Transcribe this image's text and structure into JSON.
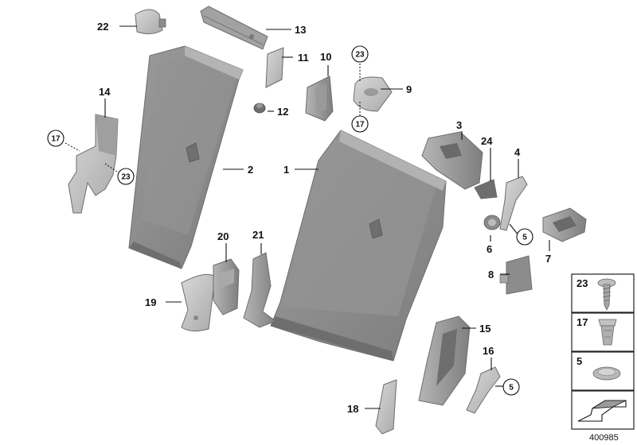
{
  "diagram": {
    "document_number": "400985",
    "callouts": [
      "1",
      "2",
      "3",
      "4",
      "5",
      "6",
      "7",
      "8",
      "9",
      "10",
      "11",
      "12",
      "13",
      "14",
      "15",
      "16",
      "17",
      "18",
      "19",
      "20",
      "21",
      "22",
      "23",
      "24"
    ],
    "circled_refs": [
      "17",
      "23",
      "17",
      "23",
      "5",
      "5"
    ],
    "legend": [
      {
        "label": "23",
        "icon": "screw-icon"
      },
      {
        "label": "17",
        "icon": "clip-nut-icon"
      },
      {
        "label": "5",
        "icon": "grommet-icon"
      },
      {
        "label": "",
        "icon": "vehicle-orientation-icon"
      }
    ],
    "colors": {
      "part_dark": "#8a8a8a",
      "part_mid": "#a8a8a8",
      "part_light": "#cfcfcf",
      "line": "#111111"
    }
  }
}
